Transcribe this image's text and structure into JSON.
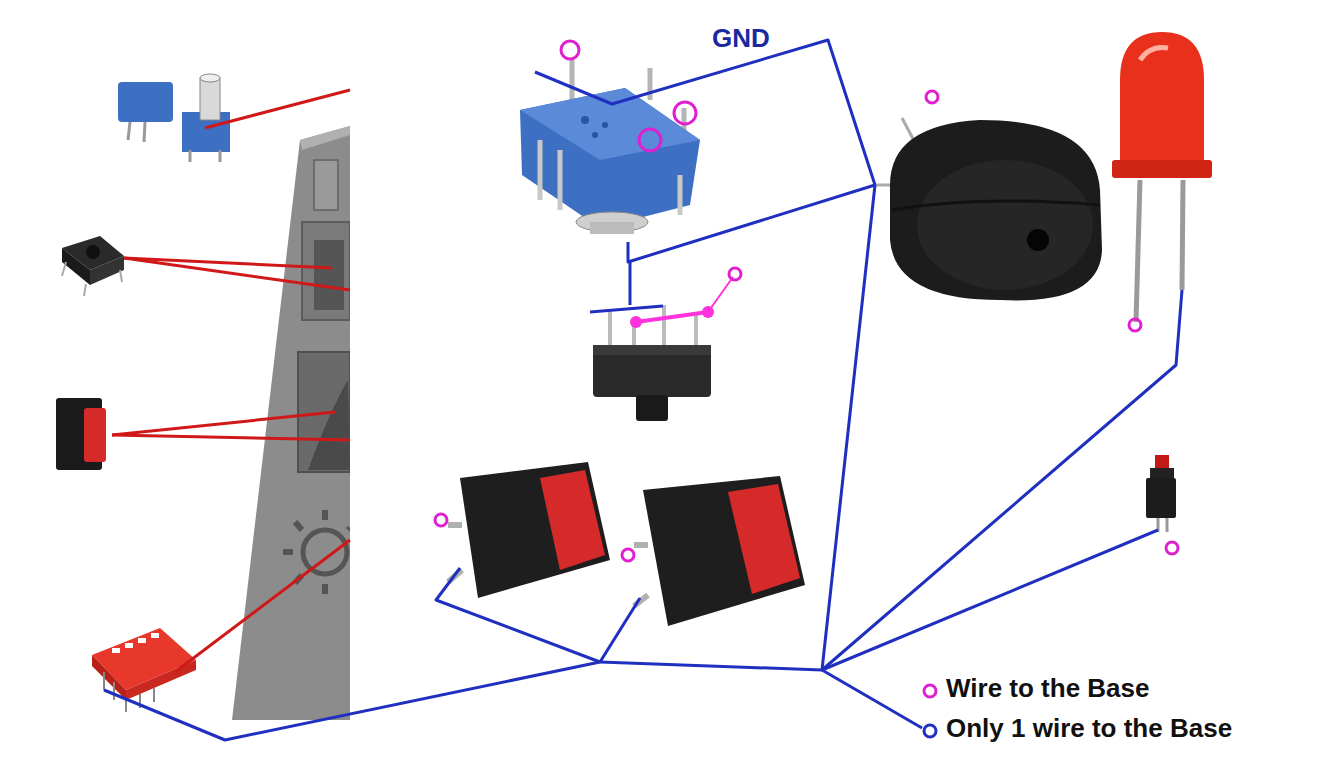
{
  "diagram": {
    "labels": [
      "GND"
    ],
    "legend": [
      {
        "text": "Wire to the Base"
      },
      {
        "text": "Only 1 wire to the Base"
      }
    ]
  }
}
